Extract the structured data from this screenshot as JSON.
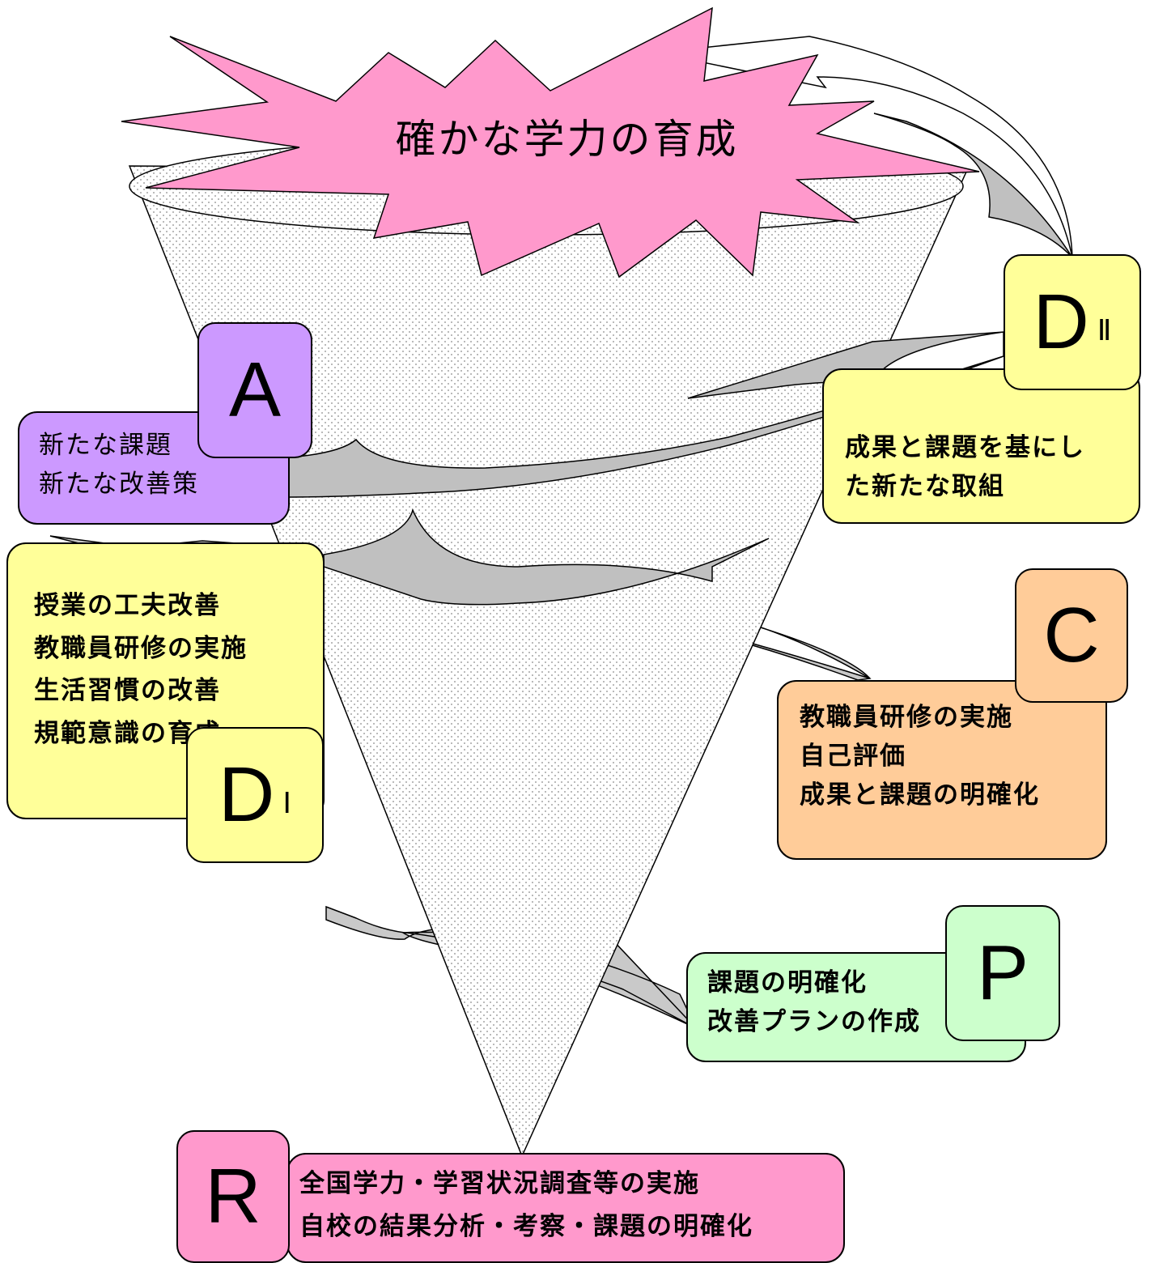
{
  "title": "確かな学力の育成",
  "colors": {
    "pink": "#ff99cc",
    "purple": "#cc99ff",
    "yellow": "#ffff99",
    "orange": "#ffcc99",
    "green": "#ccffcc",
    "arrow_gray": "#c0c0c0"
  },
  "stages": {
    "A": {
      "badge": "A",
      "lines": [
        "新たな課題",
        "新たな改善策"
      ]
    },
    "D2": {
      "badge": "D",
      "subscript": "Ⅱ",
      "lines": [
        "成果と課題を基にし",
        "た新たな取組"
      ]
    },
    "C": {
      "badge": "C",
      "lines": [
        "教職員研修の実施",
        "自己評価",
        "成果と課題の明確化"
      ]
    },
    "D1": {
      "badge": "D",
      "subscript": "Ⅰ",
      "lines": [
        "授業の工夫改善",
        "教職員研修の実施",
        "生活習慣の改善",
        "規範意識の育成"
      ]
    },
    "P": {
      "badge": "P",
      "lines": [
        "課題の明確化",
        "改善プランの作成"
      ]
    },
    "R": {
      "badge": "R",
      "lines": [
        "全国学力・学習状況調査等の実施",
        "自校の結果分析・考察・課題の明確化"
      ]
    }
  }
}
